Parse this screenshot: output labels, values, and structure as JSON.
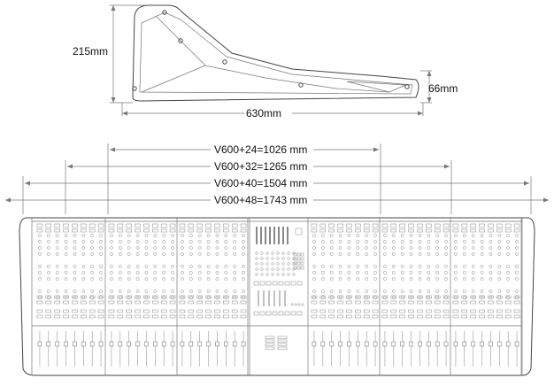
{
  "side_view": {
    "height_label": "215mm",
    "depth_label": "630mm",
    "front_height_label": "66mm"
  },
  "widths": [
    {
      "label": "V600+24=1026 mm"
    },
    {
      "label": "V600+32=1265 mm"
    },
    {
      "label": "V600+40=1504 mm"
    },
    {
      "label": "V600+48=1743 mm"
    }
  ],
  "colors": {
    "line": "#444444",
    "dim": "#777777",
    "text": "#111111"
  }
}
